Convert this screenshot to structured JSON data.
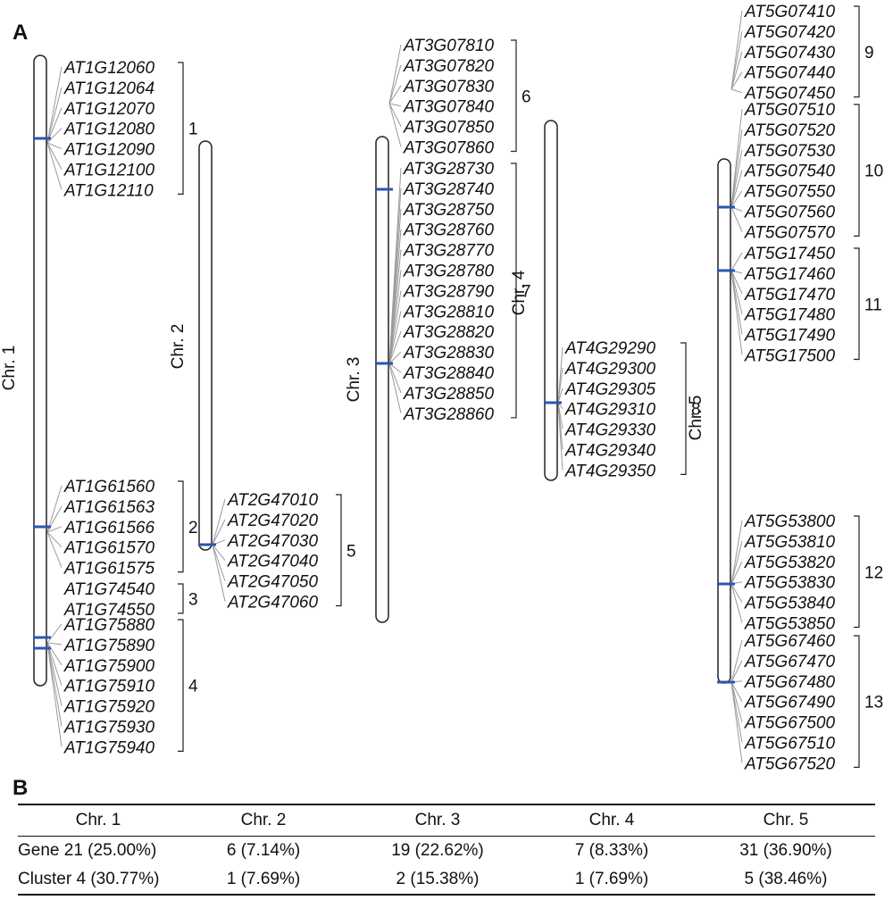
{
  "panel_a_label": "A",
  "panel_b_label": "B",
  "colors": {
    "marker": "#2a56b0",
    "link": "#9a9a9a",
    "outline": "#222222"
  },
  "chromosomes": [
    {
      "label": "Chr. 1",
      "clusters": [
        {
          "number": "1",
          "genes": [
            "AT1G12060",
            "AT1G12064",
            "AT1G12070",
            "AT1G12080",
            "AT1G12090",
            "AT1G12100",
            "AT1G12110"
          ]
        },
        {
          "number": "2",
          "genes": [
            "AT1G61560",
            "AT1G61563",
            "AT1G61566",
            "AT1G61570",
            "AT1G61575"
          ]
        },
        {
          "number": "3",
          "genes": [
            "AT1G74540",
            "AT1G74550"
          ]
        },
        {
          "number": "4",
          "genes": [
            "AT1G75880",
            "AT1G75890",
            "AT1G75900",
            "AT1G75910",
            "AT1G75920",
            "AT1G75930",
            "AT1G75940"
          ]
        }
      ]
    },
    {
      "label": "Chr. 2",
      "clusters": [
        {
          "number": "5",
          "genes": [
            "AT2G47010",
            "AT2G47020",
            "AT2G47030",
            "AT2G47040",
            "AT2G47050",
            "AT2G47060"
          ]
        }
      ]
    },
    {
      "label": "Chr. 3",
      "clusters": [
        {
          "number": "6",
          "genes": [
            "AT3G07810",
            "AT3G07820",
            "AT3G07830",
            "AT3G07840",
            "AT3G07850",
            "AT3G07860"
          ]
        },
        {
          "number": "7",
          "genes": [
            "AT3G28730",
            "AT3G28740",
            "AT3G28750",
            "AT3G28760",
            "AT3G28770",
            "AT3G28780",
            "AT3G28790",
            "AT3G28810",
            "AT3G28820",
            "AT3G28830",
            "AT3G28840",
            "AT3G28850",
            "AT3G28860"
          ]
        }
      ]
    },
    {
      "label": "Chr. 4",
      "clusters": [
        {
          "number": "8",
          "genes": [
            "AT4G29290",
            "AT4G29300",
            "AT4G29305",
            "AT4G29310",
            "AT4G29330",
            "AT4G29340",
            "AT4G29350"
          ]
        }
      ]
    },
    {
      "label": "Chr. 5",
      "clusters": [
        {
          "number": "9",
          "genes": [
            "AT5G07410",
            "AT5G07420",
            "AT5G07430",
            "AT5G07440",
            "AT5G07450"
          ]
        },
        {
          "number": "10",
          "genes": [
            "AT5G07510",
            "AT5G07520",
            "AT5G07530",
            "AT5G07540",
            "AT5G07550",
            "AT5G07560",
            "AT5G07570"
          ]
        },
        {
          "number": "11",
          "genes": [
            "AT5G17450",
            "AT5G17460",
            "AT5G17470",
            "AT5G17480",
            "AT5G17490",
            "AT5G17500"
          ]
        },
        {
          "number": "12",
          "genes": [
            "AT5G53800",
            "AT5G53810",
            "AT5G53820",
            "AT5G53830",
            "AT5G53840",
            "AT5G53850"
          ]
        },
        {
          "number": "13",
          "genes": [
            "AT5G67460",
            "AT5G67470",
            "AT5G67480",
            "AT5G67490",
            "AT5G67500",
            "AT5G67510",
            "AT5G67520"
          ]
        }
      ]
    }
  ],
  "table": {
    "headers": [
      "Chr. 1",
      "Chr. 2",
      "Chr. 3",
      "Chr. 4",
      "Chr. 5"
    ],
    "rows": [
      {
        "label": "Gene",
        "values": [
          "21 (25.00%)",
          "6 (7.14%)",
          "19 (22.62%)",
          "7 (8.33%)",
          "31 (36.90%)"
        ]
      },
      {
        "label": "Cluster",
        "values": [
          "4 (30.77%)",
          "1 (7.69%)",
          "2 (15.38%)",
          "1 (7.69%)",
          "5 (38.46%)"
        ]
      }
    ]
  }
}
